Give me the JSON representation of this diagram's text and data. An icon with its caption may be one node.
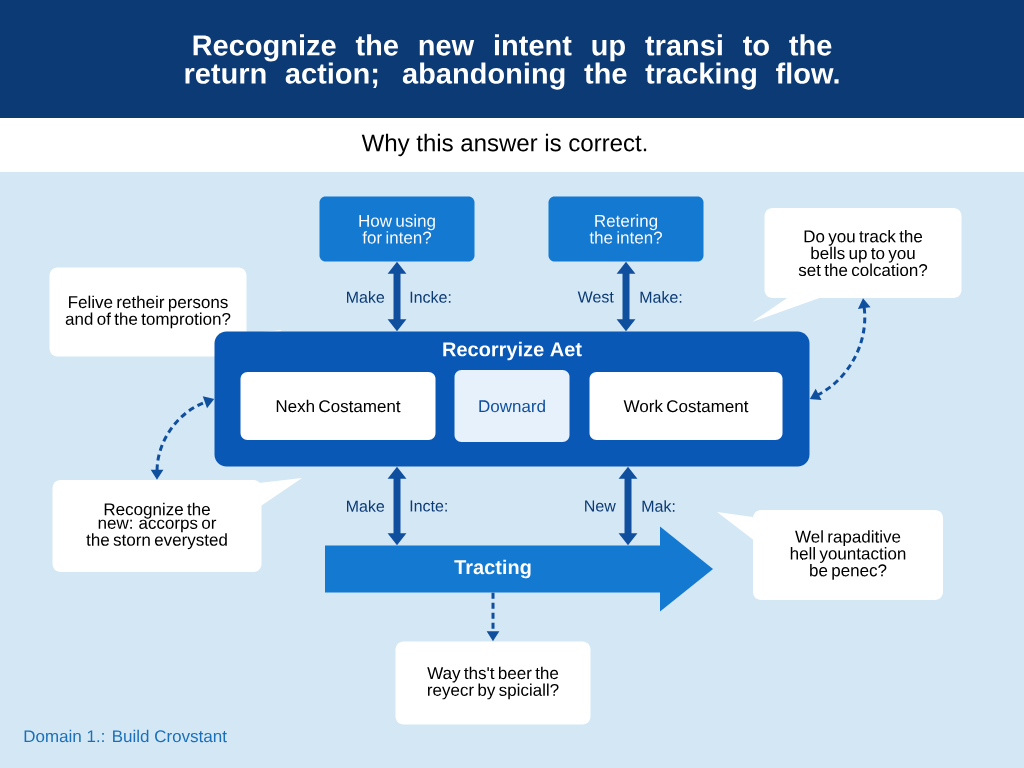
{
  "diagram": {
    "title": "Recognize the new intent up transi to the return action; abandoning the tracking flow.",
    "nodes": [
      {
        "text": [
          "How using for inten?"
        ]
      },
      {
        "text": [
          "Retering the inten?"
        ]
      },
      {
        "text": [
          "Do you track the bells up to you set the colcation?"
        ]
      },
      {
        "text": [
          "Felive retheir persons and of the tomprotion?"
        ]
      },
      {
        "text": [
          "Recorryize Aet"
        ]
      },
      {
        "text": [
          "Nexh Costament"
        ],
        "in": 4
      },
      {
        "text": [
          "Downard"
        ],
        "in": 4
      },
      {
        "text": [
          "Work Costament"
        ],
        "in": 4
      },
      {
        "text": [
          "Recognize the new: accorps or the storn everysted"
        ]
      },
      {
        "text": [
          "Tracting"
        ]
      },
      {
        "text": [
          "Wel rapaditive hell yountaction be penec?"
        ]
      },
      {
        "text": [
          "Way ths't beer the reyecr by spiciall?"
        ]
      }
    ],
    "edges": [
      {
        "from": 0,
        "to": 4,
        "arrow": "both"
      },
      {
        "from": 1,
        "to": 4,
        "arrow": "both"
      },
      {
        "from": 4,
        "to": 9,
        "arrow": "both"
      },
      {
        "from": 4,
        "to": 9,
        "arrow": "both"
      },
      {
        "from": 2,
        "to": 4,
        "arrow": "both",
        "style": "dashed"
      },
      {
        "from": 8,
        "to": 4,
        "arrow": "both",
        "style": "dashed"
      },
      {
        "from": 9,
        "to": 11,
        "arrow": "to",
        "style": "dashed"
      }
    ],
    "labels": [
      "Why this answer is correct.",
      "Make",
      "Incke:",
      "West",
      "Make:",
      "Make",
      "Incte:",
      "New",
      "Mak:",
      "Domain 1.: Build Crovstant"
    ]
  }
}
